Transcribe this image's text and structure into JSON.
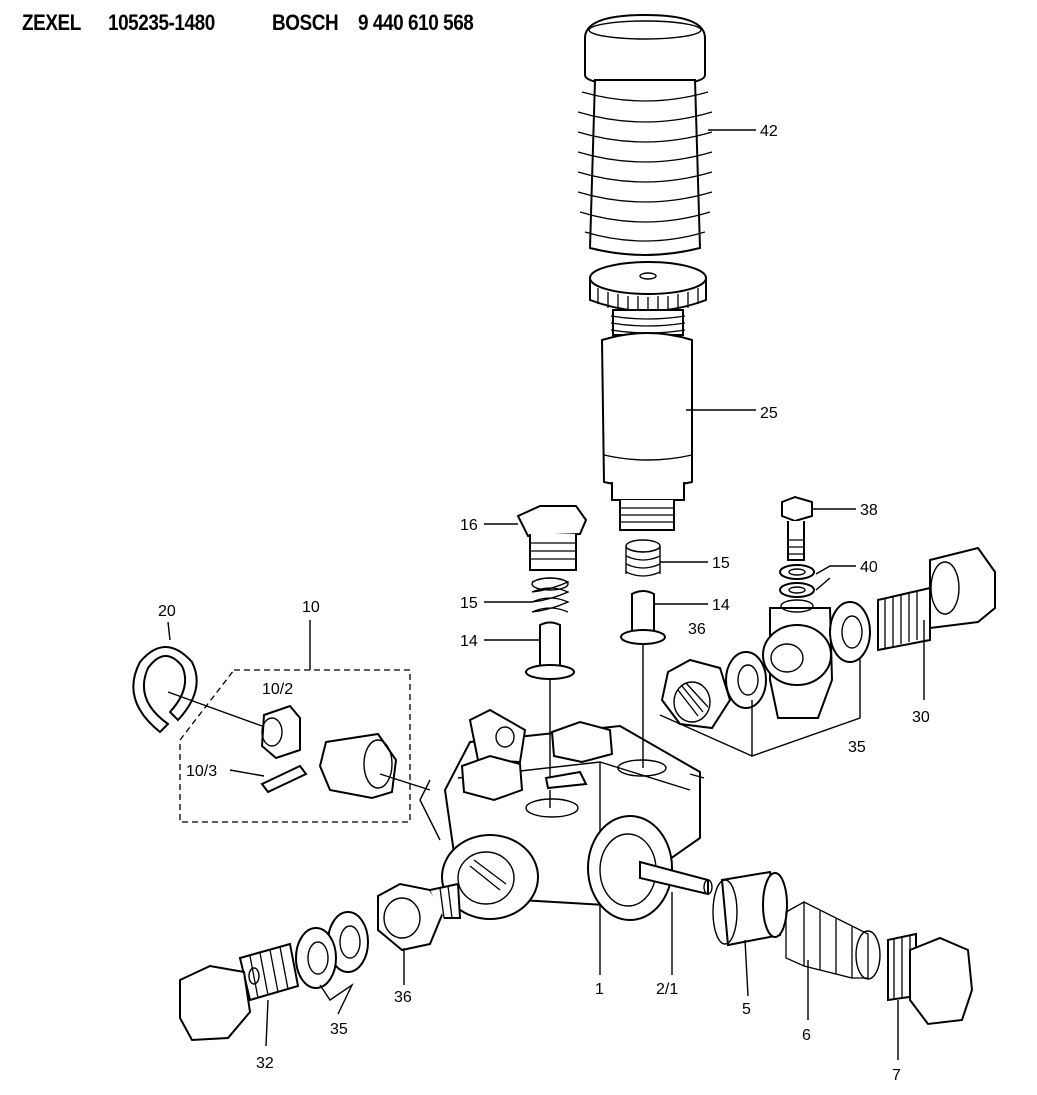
{
  "header": {
    "brand1": "ZEXEL",
    "part1": "105235-1480",
    "brand2": "BOSCH",
    "part2": "9 440 610 568"
  },
  "callouts": {
    "c42": "42",
    "c25": "25",
    "c38": "38",
    "c40": "40",
    "c30": "30",
    "c16": "16",
    "c15a": "15",
    "c15b": "15",
    "c14a": "14",
    "c14b": "14",
    "c36a": "36",
    "c35a": "35",
    "c20": "20",
    "c10": "10",
    "c10_2": "10/2",
    "c10_3": "10/3",
    "c1": "1",
    "c2_1": "2/1",
    "c5": "5",
    "c6": "6",
    "c7": "7",
    "c32": "32",
    "c35b": "35",
    "c36b": "36"
  }
}
